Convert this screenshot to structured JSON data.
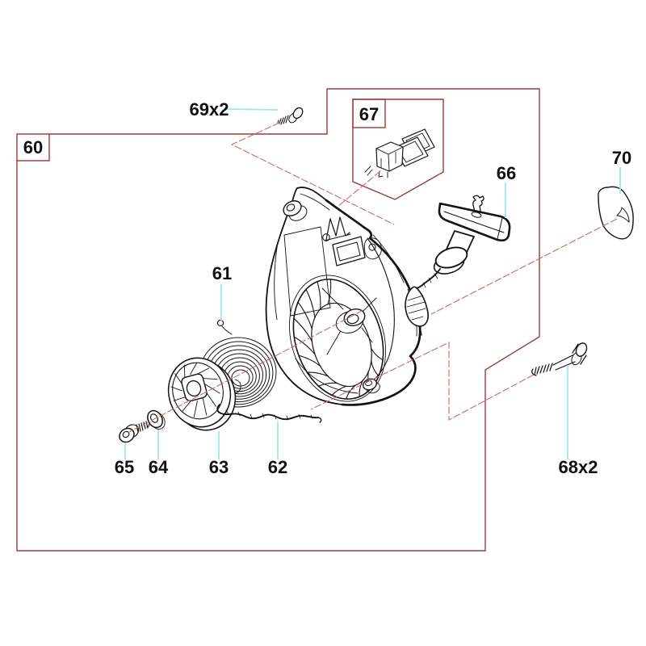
{
  "diagram": {
    "background": "#ffffff",
    "colors": {
      "group_box": "#9b3a38",
      "leader_red": "#c96b69",
      "leader_cyan": "#9fe5ee",
      "line": "#141414",
      "label_text": "#111111"
    },
    "labels": {
      "group": "60",
      "spring": "61",
      "rope": "62",
      "pulley": "63",
      "washer": "64",
      "pulley_screw": "65",
      "handle": "66",
      "sub_group": "67",
      "long_bolt": "68x2",
      "short_screw": "69x2",
      "cover": "70"
    }
  }
}
